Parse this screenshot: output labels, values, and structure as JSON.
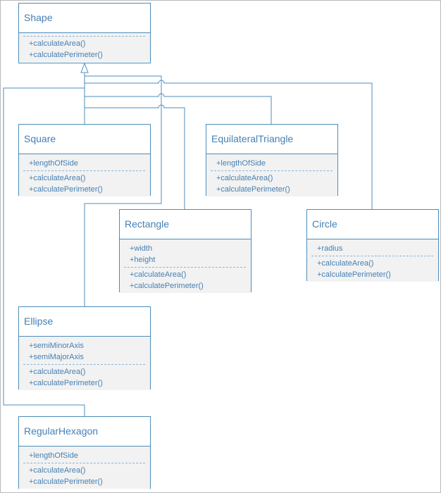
{
  "diagram": {
    "base": {
      "name": "Shape",
      "attributes": [],
      "methods": [
        "+calculateArea()",
        "+calculatePerimeter()"
      ]
    },
    "classes": [
      {
        "key": "square",
        "name": "Square",
        "attributes": [
          "+lengthOfSide"
        ],
        "methods": [
          "+calculateArea()",
          "+calculatePerimeter()"
        ]
      },
      {
        "key": "triangle",
        "name": "EquilateralTriangle",
        "attributes": [
          "+lengthOfSide"
        ],
        "methods": [
          "+calculateArea()",
          "+calculatePerimeter()"
        ]
      },
      {
        "key": "rectangle",
        "name": "Rectangle",
        "attributes": [
          "+width",
          "+height"
        ],
        "methods": [
          "+calculateArea()",
          "+calculatePerimeter()"
        ]
      },
      {
        "key": "circle",
        "name": "Circle",
        "attributes": [
          "+radius"
        ],
        "methods": [
          "+calculateArea()",
          "+calculatePerimeter()"
        ]
      },
      {
        "key": "ellipse",
        "name": "Ellipse",
        "attributes": [
          "+semiMinorAxis",
          "+semiMajorAxis"
        ],
        "methods": [
          "+calculateArea()",
          "+calculatePerimeter()"
        ]
      },
      {
        "key": "hexagon",
        "name": "RegularHexagon",
        "attributes": [
          "+lengthOfSide"
        ],
        "methods": [
          "+calculateArea()",
          "+calculatePerimeter()"
        ]
      }
    ],
    "relationship": "inheritance",
    "colors": {
      "stroke": "#4d8cbb",
      "text": "#4680b4",
      "fill": "#f2f2f2"
    }
  }
}
